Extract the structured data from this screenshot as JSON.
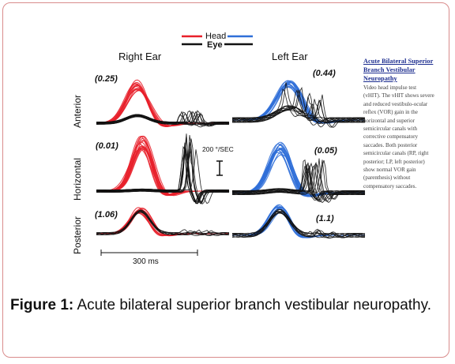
{
  "figure": {
    "legend": {
      "head": "Head",
      "eye": "Eye",
      "head_right_color": "#e8202a",
      "head_left_color": "#2f6fd8",
      "eye_color": "#111111"
    },
    "columns": {
      "right": "Right Ear",
      "left": "Left Ear"
    },
    "rows": {
      "anterior": "Anterior",
      "horizontal": "Horizontal",
      "posterior": "Posterior"
    },
    "gains": {
      "right_anterior": "(0.25)",
      "left_anterior": "(0.44)",
      "right_horizontal": "(0.01)",
      "left_horizontal": "(0.05)",
      "right_posterior": "(1.06)",
      "left_posterior": "(1.1)"
    },
    "velocity_scale": "200 °/SEC",
    "time_scale": "300 ms"
  },
  "sidebar": {
    "title": "Acute Bilateral Superior Branch Vestibular Neuropathy",
    "body": "Video head impulse test (vHIT). The vHIT shows severe and reduced vestibulo-ocular reflex (VOR) gain in the horizontal and superior semicircular canals with corrective compensatory saccades. Both posterior semicircular canals (RP, right posterior; LP, left posterior) show normal VOR gain (parenthesis) without compensatory saccades."
  },
  "caption": {
    "label": "Figure 1:",
    "text": " Acute bilateral superior branch vestibular neuropathy."
  }
}
